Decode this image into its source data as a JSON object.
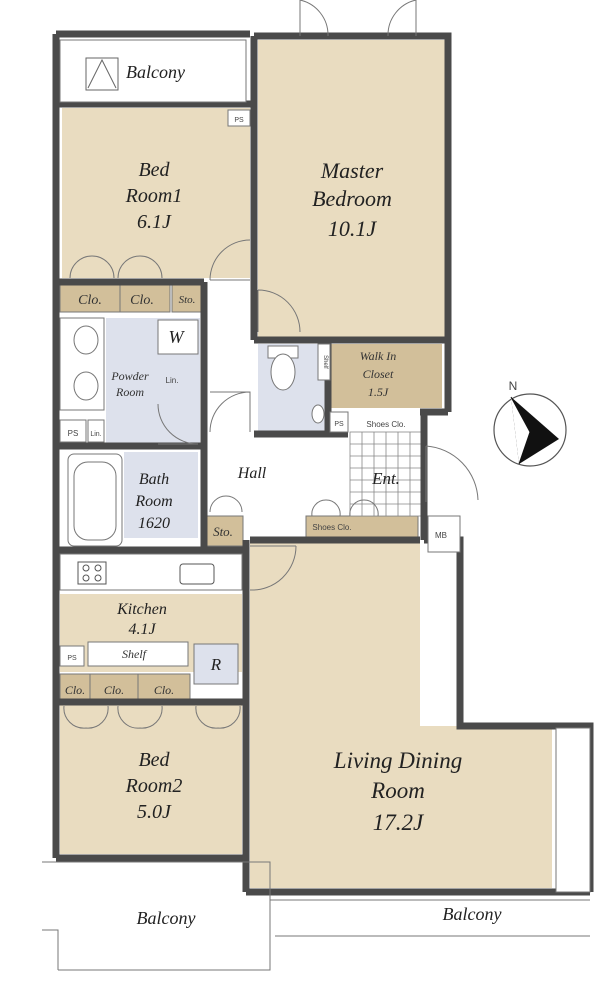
{
  "rooms": {
    "balcony_top": "Balcony",
    "bedroom1": {
      "line1": "Bed",
      "line2": "Room1",
      "size": "6.1J"
    },
    "master": {
      "line1": "Master",
      "line2": "Bedroom",
      "size": "10.1J"
    },
    "walkin": {
      "line1": "Walk In",
      "line2": "Closet",
      "size": "1.5J"
    },
    "powder": {
      "line1": "Powder",
      "line2": "Room"
    },
    "bath": {
      "line1": "Bath",
      "line2": "Room",
      "size": "1620"
    },
    "hall": "Hall",
    "entrance": "Ent.",
    "kitchen": {
      "line1": "Kitchen",
      "size": "4.1J"
    },
    "bedroom2": {
      "line1": "Bed",
      "line2": "Room2",
      "size": "5.0J"
    },
    "living": {
      "line1": "Living Dining",
      "line2": "Room",
      "size": "17.2J"
    },
    "balcony_bottom_left": "Balcony",
    "balcony_bottom_right": "Balcony"
  },
  "fixtures": {
    "clo": "Clo.",
    "sto": "Sto.",
    "ps": "PS",
    "lin": "Lin.",
    "shelf": "Shelf",
    "shoes_clo": "Shoes Clo.",
    "mb": "MB",
    "washer": "W",
    "fridge": "R"
  },
  "compass": {
    "north": "N"
  },
  "colors": {
    "room_fill": "#e9dcc0",
    "storage_fill": "#d2bf9a",
    "wet_fill": "#dde1ec",
    "wall": "#4a4a4a"
  }
}
